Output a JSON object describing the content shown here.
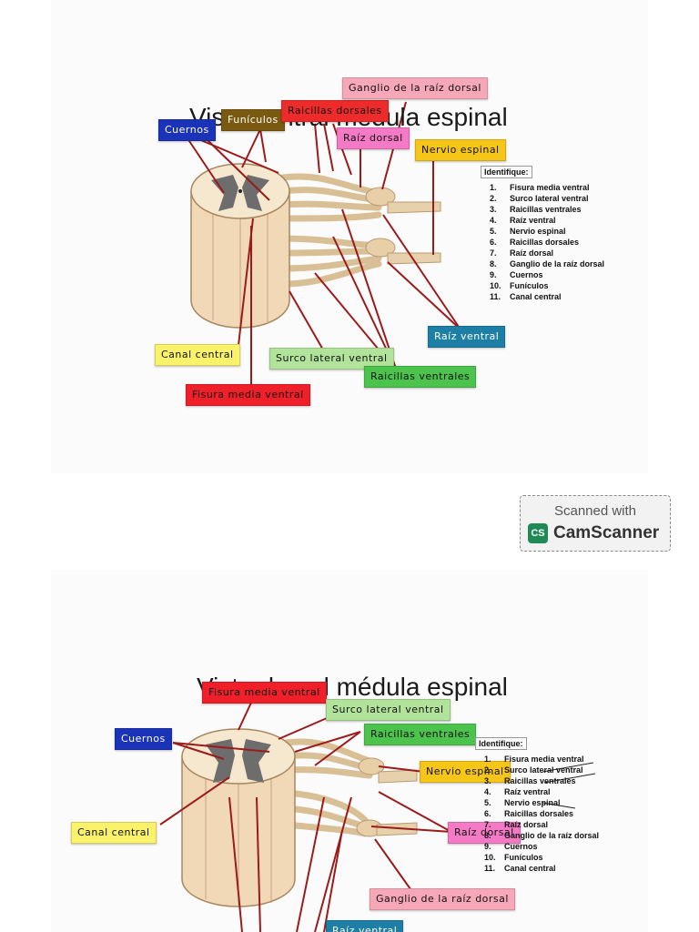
{
  "top": {
    "title": "Vista ventral médula espinal",
    "labels": {
      "cuernos": "Cuernos",
      "funiculos": "Funículos",
      "raicillas_dorsales": "Raicillas dorsales",
      "ganglio": "Ganglio de la raíz dorsal",
      "raiz_dorsal": "Raíz dorsal",
      "nervio_espinal": "Nervio espinal",
      "raiz_ventral": "Raíz ventral",
      "canal_central": "Canal central",
      "surco_lateral": "Surco lateral ventral",
      "raicillas_ventrales": "Raicillas ventrales",
      "fisura": "Fisura media ventral"
    }
  },
  "bottom": {
    "title": "Vista dorsal médula espinal",
    "labels": {
      "fisura": "Fisura media ventral",
      "surco_lateral": "Surco lateral ventral",
      "raicillas_ventrales": "Raicillas ventrales",
      "cuernos": "Cuernos",
      "nervio_espinal": "Nervio espinal",
      "canal_central": "Canal central",
      "raiz_dorsal": "Raíz dorsal",
      "ganglio": "Ganglio de la raíz dorsal",
      "raiz_ventral": "Raíz ventral"
    }
  },
  "identify": {
    "title": "Identifique:",
    "items": [
      {
        "num": "1.",
        "text": "Fisura media ventral"
      },
      {
        "num": "2.",
        "text": "Surco lateral ventral"
      },
      {
        "num": "3.",
        "text": "Raicillas ventrales"
      },
      {
        "num": "4.",
        "text": "Raíz ventral"
      },
      {
        "num": "5.",
        "text": "Nervio espinal"
      },
      {
        "num": "6.",
        "text": "Raicillas dorsales"
      },
      {
        "num": "7.",
        "text": "Raíz dorsal"
      },
      {
        "num": "8.",
        "text": "Ganglio de la raíz dorsal"
      },
      {
        "num": "9.",
        "text": "Cuernos"
      },
      {
        "num": "10.",
        "text": "Funículos"
      },
      {
        "num": "11.",
        "text": "Canal central"
      }
    ]
  },
  "scanner": {
    "top_text": "Scanned with",
    "logo": "CS",
    "name": "CamScanner"
  },
  "colors": {
    "arrow": "#9b1b1b",
    "cord_fill": "#f1d9b8",
    "gray_matter": "#6d6d6d",
    "cuernos": "#1a33b8",
    "funiculos": "#7a5a10",
    "raicillas_dorsales": "#ee2b2b",
    "ganglio": "#f7a8b8",
    "raiz_dorsal": "#f47ac5",
    "nervio_espinal": "#f5c518",
    "raiz_ventral": "#1e7fa6",
    "canal_central": "#faf26a",
    "surco_lateral": "#b2e39a",
    "raicillas_ventrales": "#4cc34c",
    "fisura": "#f0202a"
  }
}
